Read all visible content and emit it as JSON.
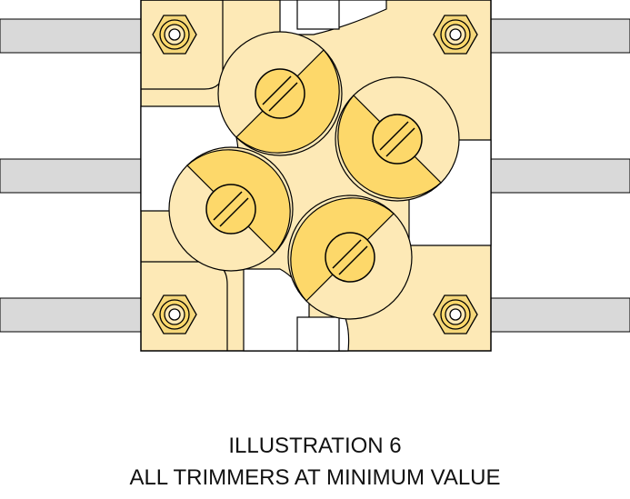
{
  "caption": {
    "line1": "ILLUSTRATION 6",
    "line2": "ALL TRIMMERS AT MINIMUM VALUE"
  },
  "colors": {
    "board": "#fde9b6",
    "rotor": "#fdd86a",
    "pin": "#d9d9d9",
    "nut_outer": "#f5d77a",
    "outline": "#000000"
  },
  "diagram": {
    "pins_per_side": 3,
    "nuts": 4,
    "trimmers": [
      {
        "name": "trimmer-top-left",
        "setting": "minimum"
      },
      {
        "name": "trimmer-top-right",
        "setting": "minimum"
      },
      {
        "name": "trimmer-bottom-left",
        "setting": "minimum"
      },
      {
        "name": "trimmer-bottom-right",
        "setting": "minimum"
      }
    ]
  }
}
